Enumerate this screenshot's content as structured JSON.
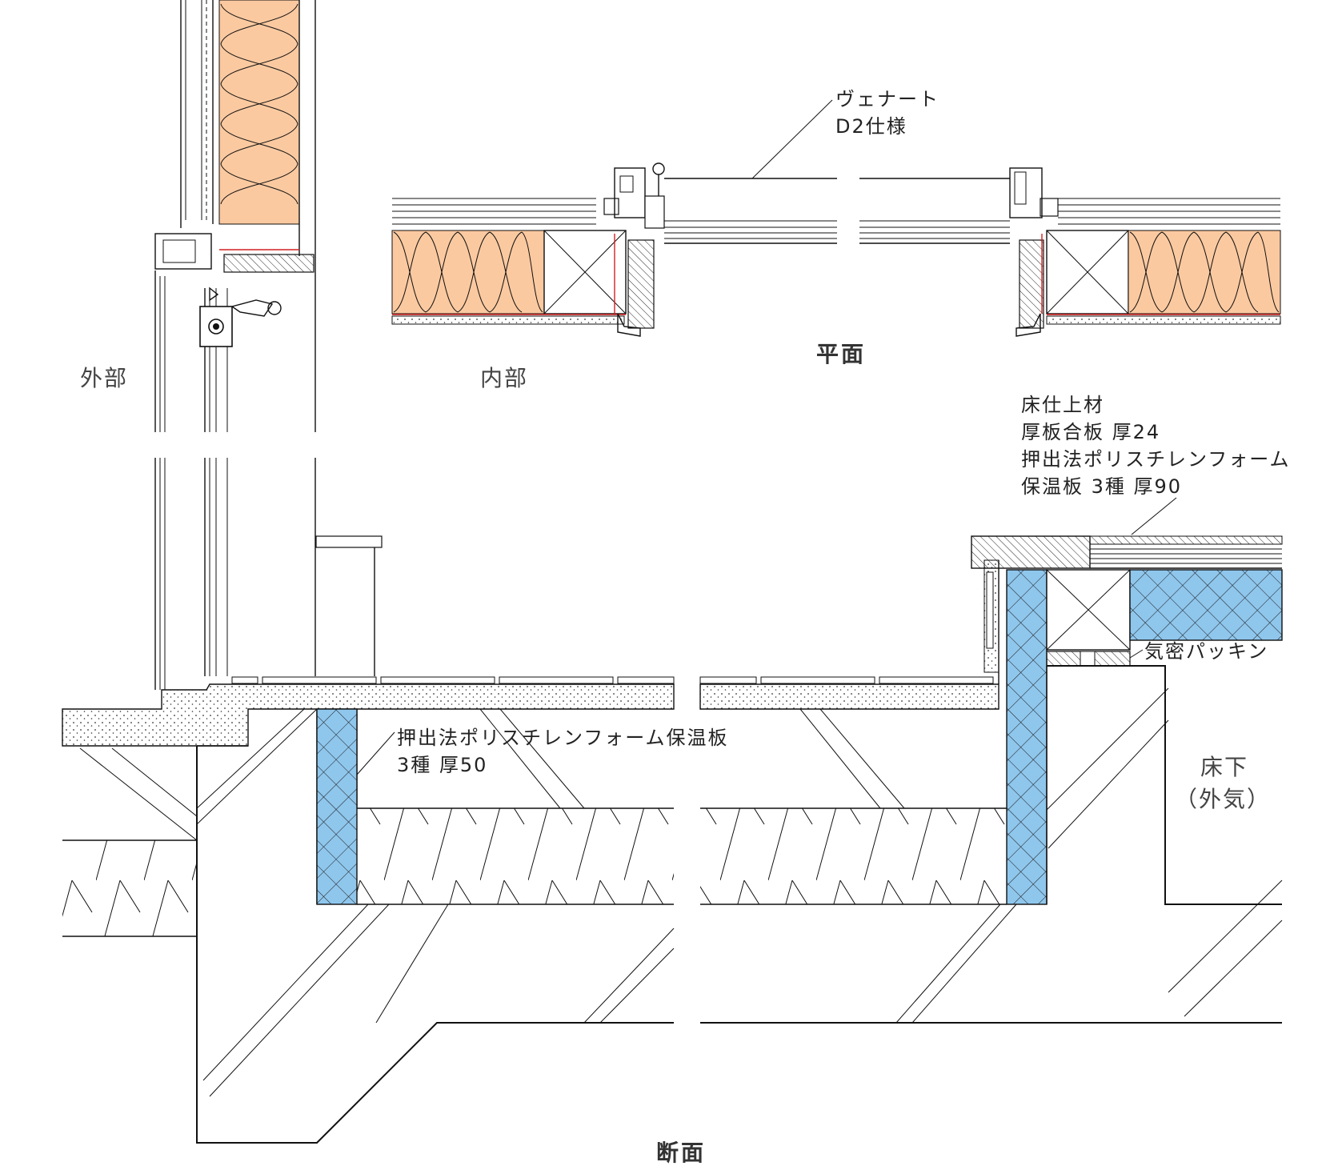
{
  "colors": {
    "insulation_orange": "#fbc9a0",
    "insulation_blue": "#8fc6ec",
    "line": "#111111",
    "vapor_red": "#d42020"
  },
  "labels": {
    "window_spec_line1": "ヴェナート",
    "window_spec_line2": "D2仕様",
    "plan_title": "平面",
    "exterior": "外部",
    "interior": "内部",
    "floor_spec_line1": "床仕上材",
    "floor_spec_line2": "厚板合板 厚24",
    "floor_spec_line3": "押出法ポリスチレンフォーム",
    "floor_spec_line4": "保温板 3種 厚90",
    "airtight_packing": "気密パッキン",
    "foundation_insulation_line1": "押出法ポリスチレンフォーム保温板",
    "foundation_insulation_line2": "3種 厚50",
    "underfloor_line1": "床下",
    "underfloor_line2": "（外気）",
    "section_title": "断面"
  }
}
